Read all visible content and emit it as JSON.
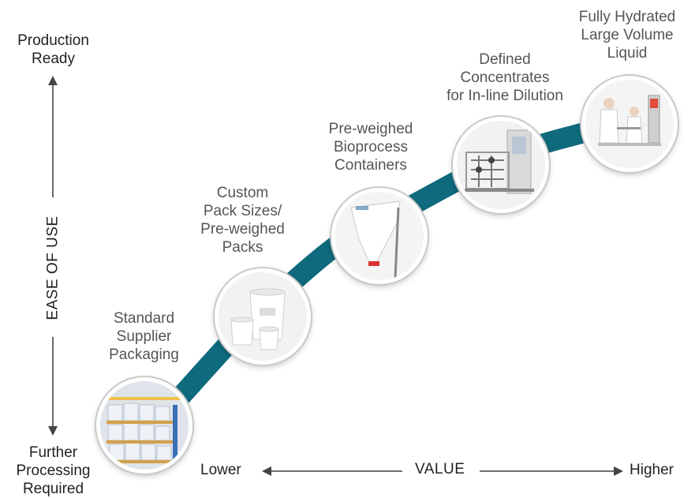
{
  "axis": {
    "y_top": "Production\nReady",
    "y_label": "EASE OF USE",
    "y_bottom": "Further\nProcessing\nRequired",
    "x_left": "Lower",
    "x_label": "VALUE",
    "x_right": "Higher"
  },
  "steps": [
    {
      "label": "Standard\nSupplier\nPackaging",
      "image": "warehouse-pallets"
    },
    {
      "label": "Custom\nPack Sizes/\nPre-weighed\nPacks",
      "image": "buckets"
    },
    {
      "label": "Pre-weighed\nBioprocess\nContainers",
      "image": "bioprocess-bag"
    },
    {
      "label": "Defined\nConcentrates\nfor In-line Dilution",
      "image": "dilution-skid"
    },
    {
      "label": "Fully Hydrated\nLarge Volume\nLiquid",
      "image": "lab-workers"
    }
  ],
  "colors": {
    "curve": "#0e6a7c",
    "arrow": "#444444",
    "label": "#555555"
  }
}
